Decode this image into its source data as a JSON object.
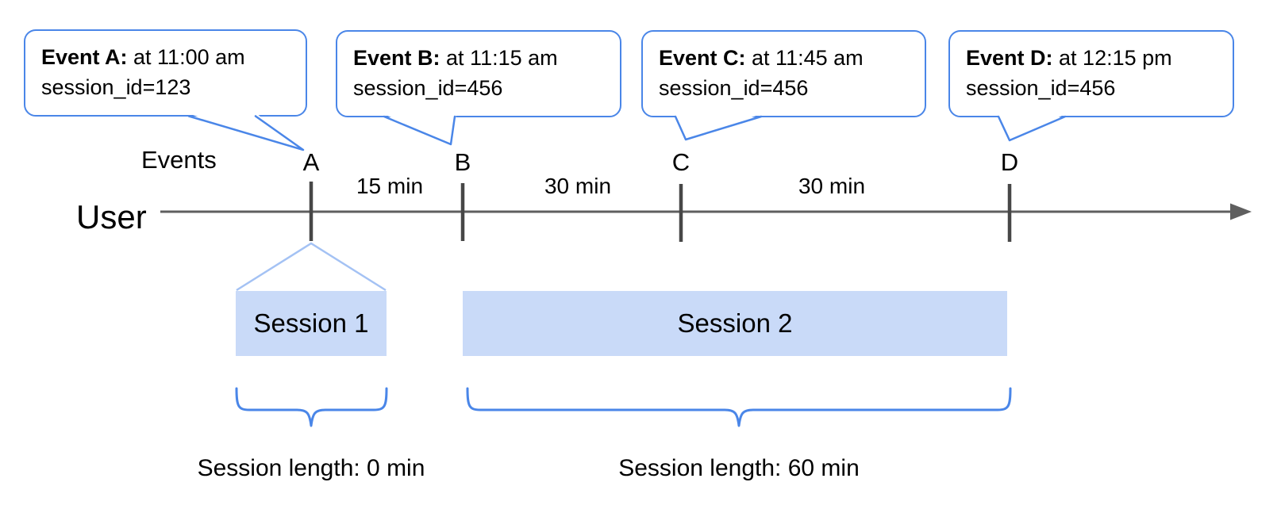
{
  "colors": {
    "accent_blue": "#4a86e8",
    "funnel_blue": "#a4c2f4",
    "session_fill": "#c9daf8",
    "line_gray": "#5f5f5f",
    "tick_gray": "#474747"
  },
  "timeline": {
    "events_label": "Events",
    "user_label": "User"
  },
  "events": [
    {
      "letter": "A",
      "callout_title": "Event A:",
      "callout_time": " at 11:00 am",
      "callout_detail": "session_id=123"
    },
    {
      "letter": "B",
      "callout_title": "Event B:",
      "callout_time": " at 11:15 am",
      "callout_detail": "session_id=456"
    },
    {
      "letter": "C",
      "callout_title": "Event C:",
      "callout_time": " at 11:45 am",
      "callout_detail": "session_id=456"
    },
    {
      "letter": "D",
      "callout_title": "Event D:",
      "callout_time": " at 12:15 pm",
      "callout_detail": "session_id=456"
    }
  ],
  "intervals": [
    "15 min",
    "30 min",
    "30 min"
  ],
  "sessions": [
    {
      "name": "Session 1",
      "length": "Session length: 0 min"
    },
    {
      "name": "Session 2",
      "length": "Session length: 60 min"
    }
  ]
}
